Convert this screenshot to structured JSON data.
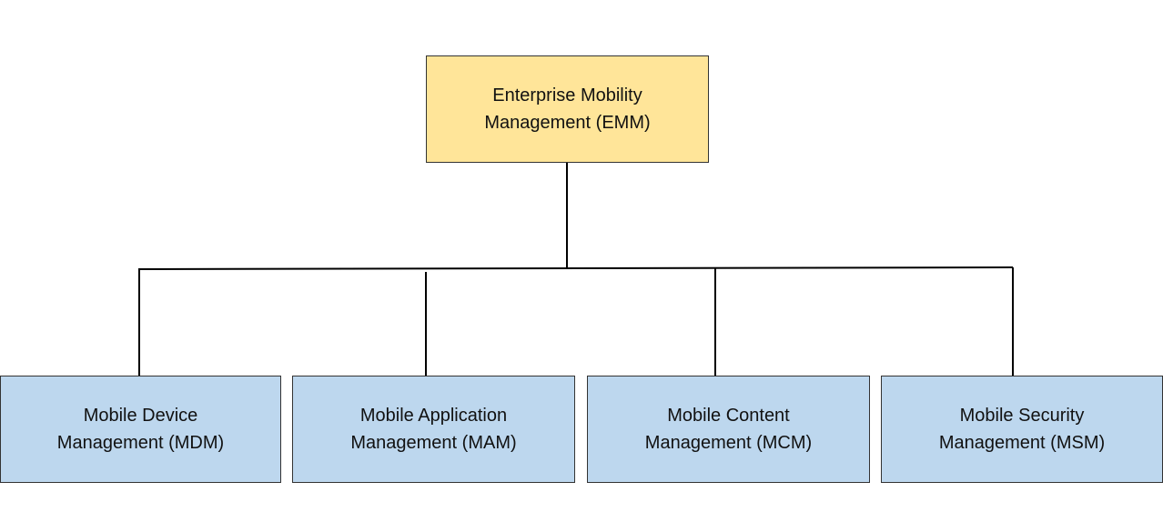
{
  "colors": {
    "root_fill": "#FFE599",
    "child_fill": "#BDD7EE",
    "border": "#333333",
    "connector": "#000000"
  },
  "root": {
    "line1": "Enterprise Mobility",
    "line2": "Management (EMM)"
  },
  "children": [
    {
      "line1": "Mobile Device",
      "line2": "Management (MDM)"
    },
    {
      "line1": "Mobile Application",
      "line2": "Management (MAM)"
    },
    {
      "line1": "Mobile Content",
      "line2": "Management (MCM)"
    },
    {
      "line1": "Mobile Security",
      "line2": "Management (MSM)"
    }
  ]
}
